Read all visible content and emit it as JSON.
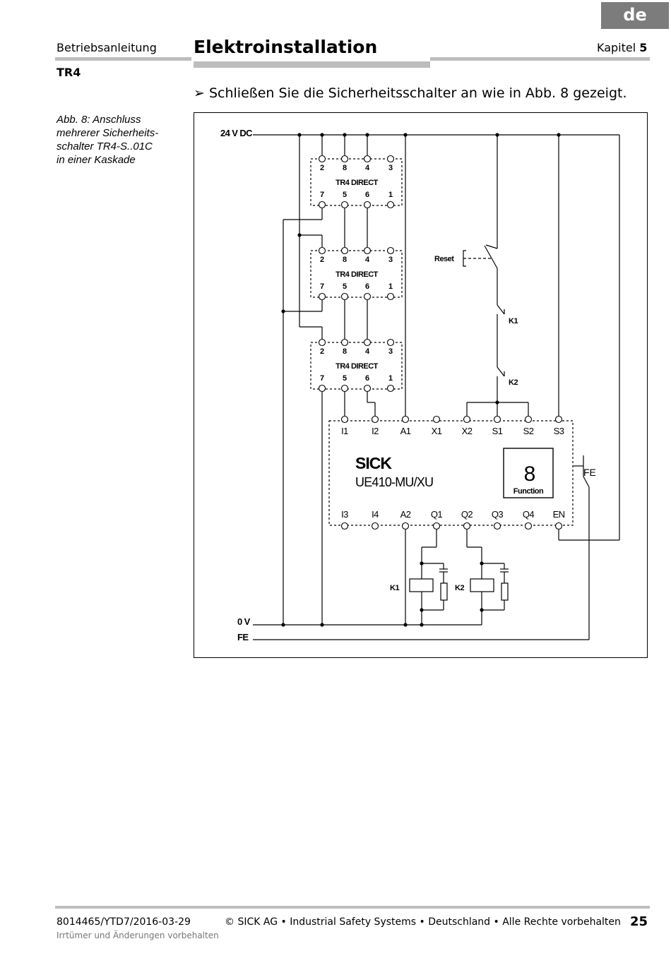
{
  "header": {
    "lang_tab": "de",
    "left_label": "Betriebsanleitung",
    "title": "Elektroinstallation",
    "chapter_label": "Kapitel",
    "chapter_number": "5",
    "product": "TR4"
  },
  "instruction": {
    "marker": "➢",
    "text": "Schließen Sie die Sicherheitsschalter an wie in Abb. 8 gezeigt."
  },
  "caption": {
    "lines": [
      "Abb. 8:  Anschluss",
      "mehrerer Sicherheits-",
      "schalter TR4-S..01C",
      "in einer Kaskade"
    ]
  },
  "diagram": {
    "supply_label": "24 V DC",
    "ground_label": "0 V",
    "fe_label": "FE",
    "switches": [
      {
        "name": "TR4 DIRECT",
        "top_terminals": [
          "2",
          "8",
          "4",
          "3"
        ],
        "bottom_terminals": [
          "7",
          "5",
          "6",
          "1"
        ]
      },
      {
        "name": "TR4 DIRECT",
        "top_terminals": [
          "2",
          "8",
          "4",
          "3"
        ],
        "bottom_terminals": [
          "7",
          "5",
          "6",
          "1"
        ]
      },
      {
        "name": "TR4 DIRECT",
        "top_terminals": [
          "2",
          "8",
          "4",
          "3"
        ],
        "bottom_terminals": [
          "7",
          "5",
          "6",
          "1"
        ]
      }
    ],
    "reset_label": "Reset",
    "k1_label": "K1",
    "k2_label": "K2",
    "relay": {
      "brand": "SICK",
      "model": "UE410-MU/XU",
      "top_terminals": [
        "I1",
        "I2",
        "A1",
        "X1",
        "X2",
        "S1",
        "S2",
        "S3"
      ],
      "bottom_terminals": [
        "I3",
        "I4",
        "A2",
        "Q1",
        "Q2",
        "Q3",
        "Q4",
        "EN"
      ],
      "function_value": "8",
      "function_label": "Function",
      "fe_label": "FE"
    },
    "coil_labels": [
      "K1",
      "K2"
    ]
  },
  "footer": {
    "doc_id": "8014465/YTD7/2016-03-29",
    "copyright": "© SICK AG • Industrial Safety Systems • Deutschland • Alle Rechte vorbehalten",
    "page_number": "25",
    "disclaimer": "Irrtümer und Änderungen vorbehalten"
  }
}
